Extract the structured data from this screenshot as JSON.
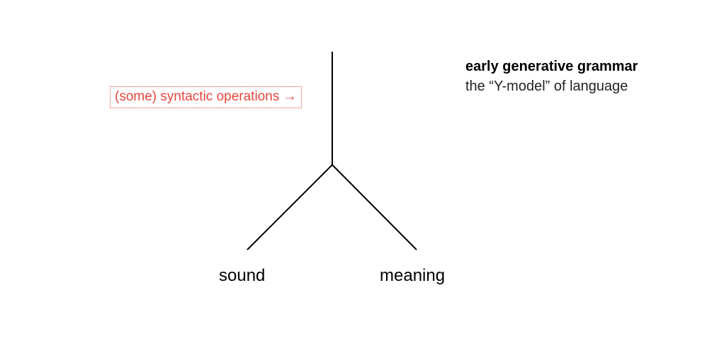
{
  "title": {
    "heading": "early generative grammar",
    "subheading": "the “Y-model” of language"
  },
  "annotation": {
    "text": "(some) syntactic operations →",
    "color": "#e8453c"
  },
  "tree": {
    "left_leaf": "sound",
    "right_leaf": "meaning"
  },
  "colors": {
    "line": "#000000",
    "accent": "#e8453c"
  }
}
